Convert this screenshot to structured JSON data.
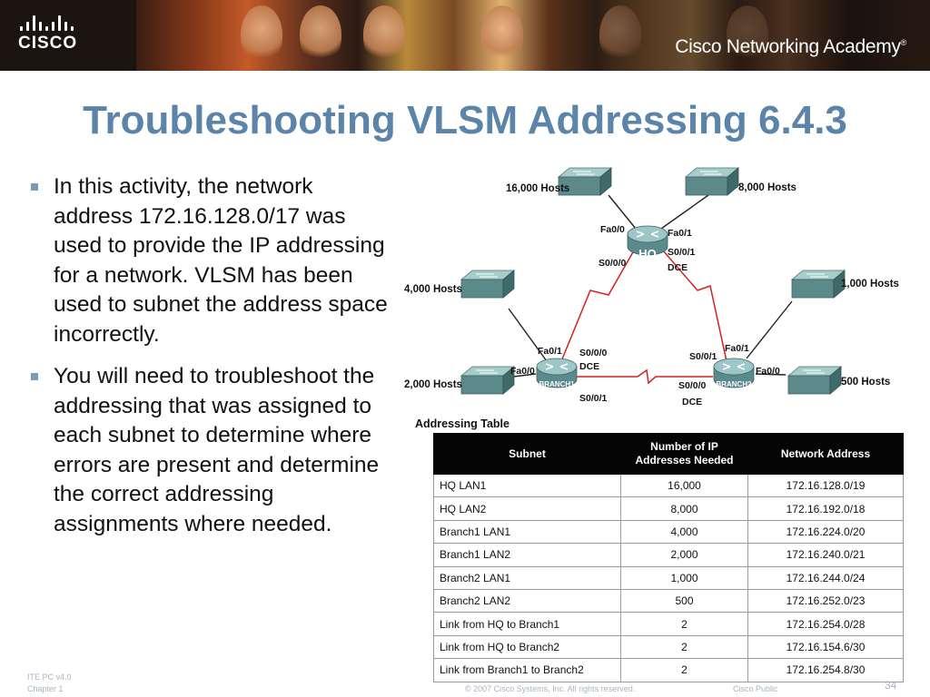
{
  "header": {
    "logo_text": "CISCO",
    "academy_text": "Cisco Networking Academy",
    "academy_mark": "®"
  },
  "title": "Troubleshooting VLSM Addressing 6.4.3",
  "bullets": [
    "In this activity, the network address 172.16.128.0/17 was used to provide the IP addressing for a network. VLSM has been used to subnet the address space incorrectly.",
    "You will need to troubleshoot the addressing that was assigned to each subnet to determine where errors are present and determine the correct addressing assignments where needed."
  ],
  "diagram": {
    "hosts": {
      "hq_lan1": "16,000 Hosts",
      "hq_lan2": "8,000 Hosts",
      "b1_lan1": "4,000 Hosts",
      "b1_lan2": "2,000 Hosts",
      "b2_lan1": "1,000 Hosts",
      "b2_lan2": "500 Hosts"
    },
    "routers": {
      "hq": "HQ",
      "branch1": "BRANCH1",
      "branch2": "BRANCH2"
    },
    "interfaces": {
      "hq_fa00": "Fa0/0",
      "hq_fa01": "Fa0/1",
      "hq_s001": "S0/0/1",
      "hq_dce": "DCE",
      "hq_s000": "S0/0/0",
      "b1_fa01": "Fa0/1",
      "b1_s000": "S0/0/0",
      "b1_dce": "DCE",
      "b1_fa00": "Fa0/0",
      "b1_s001": "S0/0/1",
      "b2_s001": "S0/0/1",
      "b2_fa01": "Fa0/1",
      "b2_s000": "S0/0/0",
      "b2_fa00": "Fa0/0",
      "b2_dce": "DCE"
    }
  },
  "table": {
    "title": "Addressing Table",
    "headers": [
      "Subnet",
      "Number of IP Addresses Needed",
      "Network Address"
    ],
    "rows": [
      [
        "HQ LAN1",
        "16,000",
        "172.16.128.0/19"
      ],
      [
        "HQ LAN2",
        "8,000",
        "172.16.192.0/18"
      ],
      [
        "Branch1 LAN1",
        "4,000",
        "172.16.224.0/20"
      ],
      [
        "Branch1 LAN2",
        "2,000",
        "172.16.240.0/21"
      ],
      [
        "Branch2 LAN1",
        "1,000",
        "172.16.244.0/24"
      ],
      [
        "Branch2 LAN2",
        "500",
        "172.16.252.0/23"
      ],
      [
        "Link from HQ to Branch1",
        "2",
        "172.16.254.0/28"
      ],
      [
        "Link from HQ to Branch2",
        "2",
        "172.16.154.6/30"
      ],
      [
        "Link from Branch1 to Branch2",
        "2",
        "172.16.254.8/30"
      ]
    ]
  },
  "footer": {
    "course": "ITE PC v4.0",
    "chapter": "Chapter 1",
    "copyright": "© 2007 Cisco Systems, Inc. All rights reserved.",
    "classification": "Cisco Public",
    "page": "34"
  },
  "colors": {
    "title": "#5b84a8",
    "bullet": "#7a9ab8",
    "serial_link": "#d42020",
    "switch": "#5c8a8a"
  }
}
